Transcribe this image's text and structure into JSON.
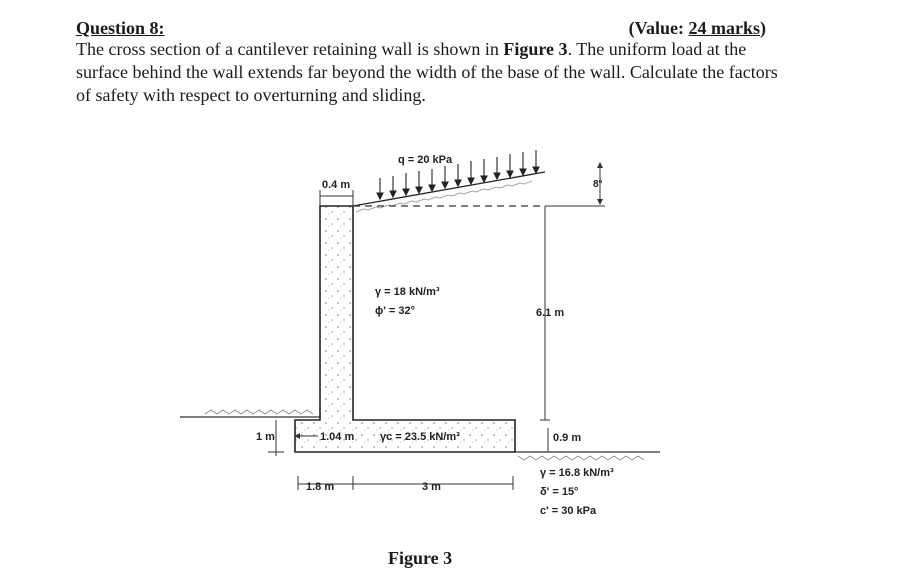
{
  "question": {
    "label": "Question 8:",
    "value_prefix": "(Value: ",
    "value_marks": "24 marks",
    "value_suffix": ")",
    "text_before_bold": "The cross section of a cantilever retaining wall is shown in ",
    "text_bold": "Figure 3",
    "text_after_bold": ". The uniform load at the surface behind the wall extends far beyond the width of the base of the wall. Calculate the factors of safety with respect to overturning and sliding."
  },
  "figure": {
    "caption": "Figure 3",
    "labels": {
      "surcharge": "q = 20 kPa",
      "stem_width": "0.4 m",
      "slope_angle": "8°",
      "backfill_gamma": "γ = 18 kN/m³",
      "backfill_phi": "ϕ' = 32°",
      "wall_height": "6.1 m",
      "base_thickness": "1.04 m",
      "concrete_gamma": "γc = 23.5 kN/m³",
      "toe_depth": "1 m",
      "front_depth": "0.9 m",
      "toe_length": "1.8 m",
      "heel_length": "3 m",
      "foundation_gamma": "γ = 16.8 kN/m³",
      "foundation_delta": "δ' = 15°",
      "foundation_c": "c' = 30 kPa"
    }
  }
}
